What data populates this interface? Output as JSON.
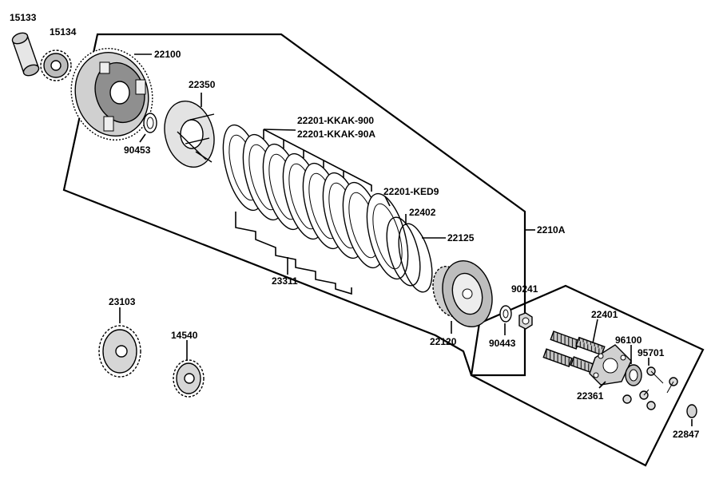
{
  "labels": {
    "p15133": "15133",
    "p15134": "15134",
    "p22100": "22100",
    "p22350": "22350",
    "p90453": "90453",
    "p22201_kkak_900": "22201-KKAK-900",
    "p22201_kkak_90a": "22201-KKAK-90A",
    "p22201_ked9": "22201-KED9",
    "p22402": "22402",
    "p22125": "22125",
    "p2210a": "2210A",
    "p23311": "23311",
    "p90241": "90241",
    "p22120": "22120",
    "p90443": "90443",
    "p23103": "23103",
    "p14540": "14540",
    "p22401": "22401",
    "p96100": "96100",
    "p95701": "95701",
    "p22361": "22361",
    "p22847": "22847"
  }
}
